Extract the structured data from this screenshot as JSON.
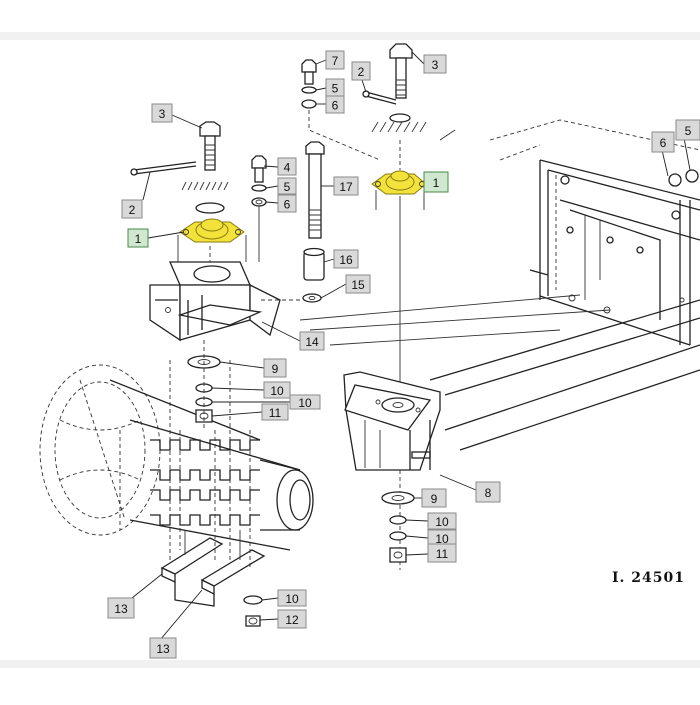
{
  "drawing_code": "I. 24501",
  "colors": {
    "highlight": "#f2e23a",
    "callout_fill": "#d9d9d9",
    "callout_highlight_fill": "#cfe8cf"
  },
  "callouts": {
    "left_3": "3",
    "left_2": "2",
    "left_1": "1",
    "left_4": "4",
    "left_5": "5",
    "left_6": "6",
    "left_17": "17",
    "left_16": "16",
    "left_15": "15",
    "left_14": "14",
    "left_9": "9",
    "left_10a": "10",
    "left_10b": "10",
    "left_11": "11",
    "left_13a": "13",
    "left_13b": "13",
    "left_10c": "10",
    "left_12": "12",
    "right_7": "7",
    "right_2": "2",
    "right_5": "5",
    "right_6": "6",
    "right_3": "3",
    "right_1": "1",
    "right_8": "8",
    "right_9": "9",
    "right_10a": "10",
    "right_10b": "10",
    "right_11": "11",
    "edge_6": "6",
    "edge_5": "5"
  }
}
